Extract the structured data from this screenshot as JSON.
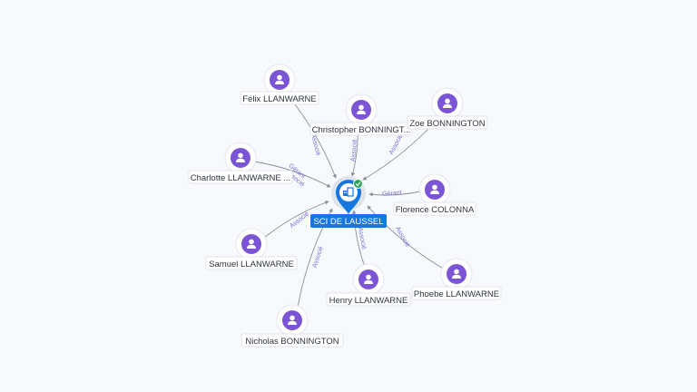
{
  "colors": {
    "accent_blue": "#1677e0",
    "node_purple": "#7b55d6",
    "edge_gray": "#8a8f99",
    "edge_label_purple": "#7b6fd0",
    "check_green": "#2aa65a",
    "background": "#f7f9fc"
  },
  "center": {
    "label": "SCI DE LAUSSEL",
    "icon": "building-icon",
    "badge_icon": "check-icon"
  },
  "people": [
    {
      "id": "felix",
      "label": "Félix LLANWARNE",
      "relation": "Associé",
      "icon": "person-icon"
    },
    {
      "id": "christopher",
      "label": "Christopher BONNINGT...",
      "relation": "Associé",
      "icon": "person-icon"
    },
    {
      "id": "zoe",
      "label": "Zoe BONNINGTON",
      "relation": "Associé",
      "icon": "person-icon"
    },
    {
      "id": "charlotte",
      "label": "Charlotte LLANWARNE ...",
      "relation": "Gérant",
      "relation2": "Associé",
      "icon": "person-icon"
    },
    {
      "id": "florence",
      "label": "Florence COLONNA",
      "relation": "Gérant",
      "icon": "person-icon"
    },
    {
      "id": "samuel",
      "label": "Samuel LLANWARNE",
      "relation": "Associé",
      "icon": "person-icon"
    },
    {
      "id": "phoebe",
      "label": "Phoebe LLANWARNE",
      "relation": "Associé",
      "icon": "person-icon"
    },
    {
      "id": "henry",
      "label": "Henry LLANWARNE",
      "relation": "Associé",
      "icon": "person-icon"
    },
    {
      "id": "nicholas",
      "label": "Nicholas BONNINGTON",
      "relation": "Associé",
      "icon": "person-icon"
    }
  ]
}
